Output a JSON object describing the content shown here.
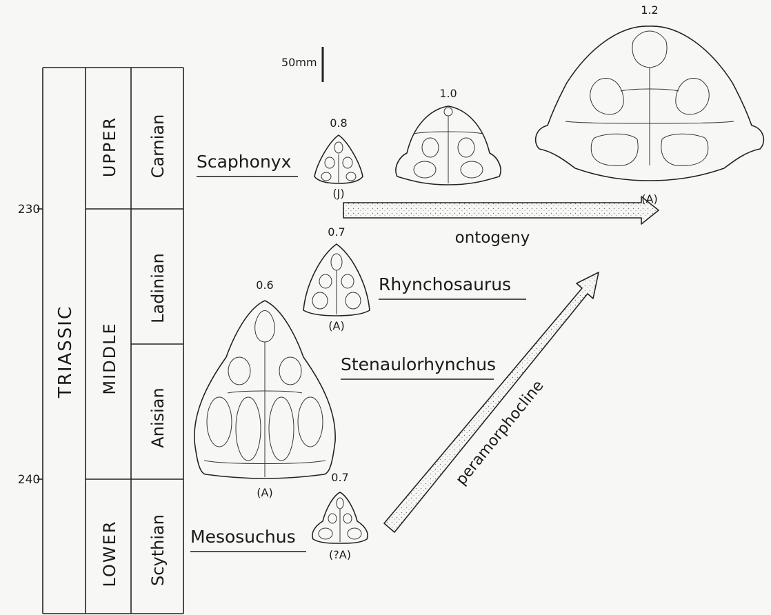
{
  "time_axis": {
    "ticks": [
      {
        "label": "230"
      },
      {
        "label": "240"
      }
    ]
  },
  "stratigraphy": {
    "period": "TRIASSIC",
    "epochs": [
      "UPPER",
      "MIDDLE",
      "LOWER"
    ],
    "stages": [
      "Carnian",
      "Ladinian",
      "Anisian",
      "Scythian"
    ]
  },
  "scale_bar": {
    "label": "50mm"
  },
  "taxa": {
    "scaphonyx": "Scaphonyx",
    "rhynchosaurus": "Rhynchosaurus",
    "stenaulorhynchus": "Stenaulorhynchus",
    "mesosuchus": "Mesosuchus"
  },
  "specimens": [
    {
      "value": "0.8",
      "stage_label": "(J)"
    },
    {
      "value": "1.0",
      "stage_label": ""
    },
    {
      "value": "1.2",
      "stage_label": "(A)"
    },
    {
      "value": "0.7",
      "stage_label": "(A)"
    },
    {
      "value": "0.6",
      "stage_label": "(A)"
    },
    {
      "value": "0.7",
      "stage_label": "(?A)"
    }
  ],
  "arrows": {
    "ontogeny": "ontogeny",
    "peramorphocline": "peramorphocline"
  }
}
